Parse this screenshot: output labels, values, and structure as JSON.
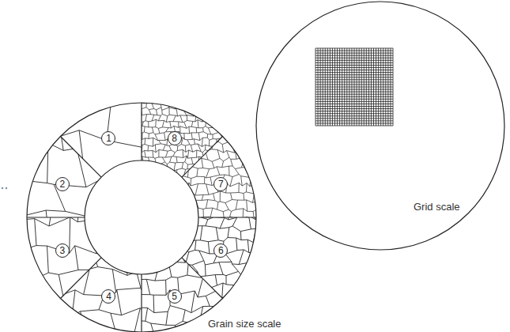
{
  "diagram": {
    "nodes": [
      {
        "text": [
          "1"
        ]
      },
      {
        "text": [
          "2"
        ]
      },
      {
        "text": [
          "3"
        ]
      },
      {
        "text": [
          "4"
        ]
      },
      {
        "text": [
          "5"
        ]
      },
      {
        "text": [
          "6"
        ]
      },
      {
        "text": [
          "7"
        ]
      },
      {
        "text": [
          "8"
        ]
      }
    ],
    "labels": [
      "Grain size scale",
      "Grid scale"
    ]
  }
}
